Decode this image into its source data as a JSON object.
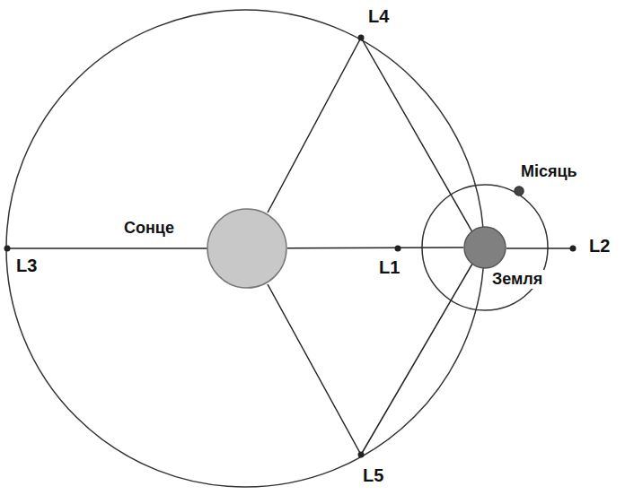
{
  "diagram": {
    "nodes": [
      {
        "text": [
          "Сонце"
        ]
      },
      {
        "text": [
          "Земля"
        ]
      },
      {
        "text": [
          "Місяць"
        ]
      }
    ],
    "edges": [
      {
        "from": 0,
        "to": 1,
        "arrow": "none"
      }
    ],
    "labels": [
      "L4",
      "L3",
      "L1",
      "L2",
      "L5"
    ]
  }
}
